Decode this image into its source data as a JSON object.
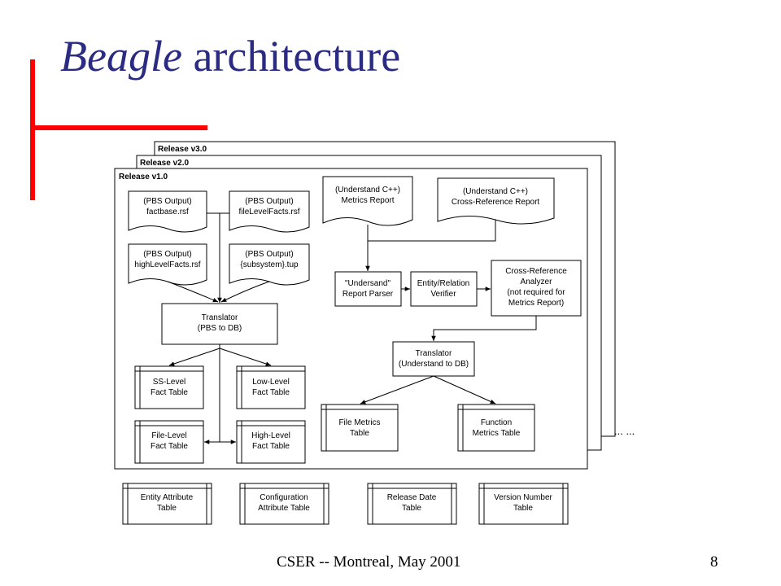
{
  "slide": {
    "title_italic": "Beagle",
    "title_rest": " architecture",
    "footer_text": "CSER -- Montreal, May 2001",
    "page_number": "8",
    "accent_color": "#ff0000",
    "title_color": "#2b2b83"
  },
  "releases": {
    "v3": "Release v3.0",
    "v2": "Release v2.0",
    "v1": "Release v1.0",
    "ellipsis": "... ..."
  },
  "docs": {
    "pbs_factbase": [
      "(PBS Output)",
      "factbase.rsf"
    ],
    "pbs_filelevel": [
      "(PBS Output)",
      "fileLevelFacts.rsf"
    ],
    "pbs_highlevel": [
      "(PBS Output)",
      "highLevelFacts.rsf"
    ],
    "pbs_subsystem": [
      "(PBS Output)",
      "{subsystem}.tup"
    ],
    "und_metrics": [
      "(Understand C++)",
      "Metrics Report"
    ],
    "und_xref": [
      "(Understand C++)",
      "Cross-Reference Report"
    ]
  },
  "processes": {
    "translator_pbs": [
      "Translator",
      "(PBS to DB)"
    ],
    "report_parser": [
      "\"Undersand\"",
      "Report Parser"
    ],
    "entity_verifier": [
      "Entity/Relation",
      "Verifier"
    ],
    "xref_analyzer": [
      "Cross-Reference",
      "Analyzer",
      "(not required for",
      "Metrics Report)"
    ],
    "translator_und": [
      "Translator",
      "(Understand to DB)"
    ]
  },
  "tables": {
    "ss_level": [
      "SS-Level",
      "Fact Table"
    ],
    "low_level": [
      "Low-Level",
      "Fact Table"
    ],
    "file_level": [
      "File-Level",
      "Fact Table"
    ],
    "high_level": [
      "High-Level",
      "Fact Table"
    ],
    "file_metrics": [
      "File Metrics",
      "Table"
    ],
    "function_metrics": [
      "Function",
      "Metrics Table"
    ],
    "entity_attribute": [
      "Entity Attribute",
      "Table"
    ],
    "configuration_attribute": [
      "Configuration",
      "Attribute Table"
    ],
    "release_date": [
      "Release Date",
      "Table"
    ],
    "version_number": [
      "Version Number",
      "Table"
    ]
  }
}
